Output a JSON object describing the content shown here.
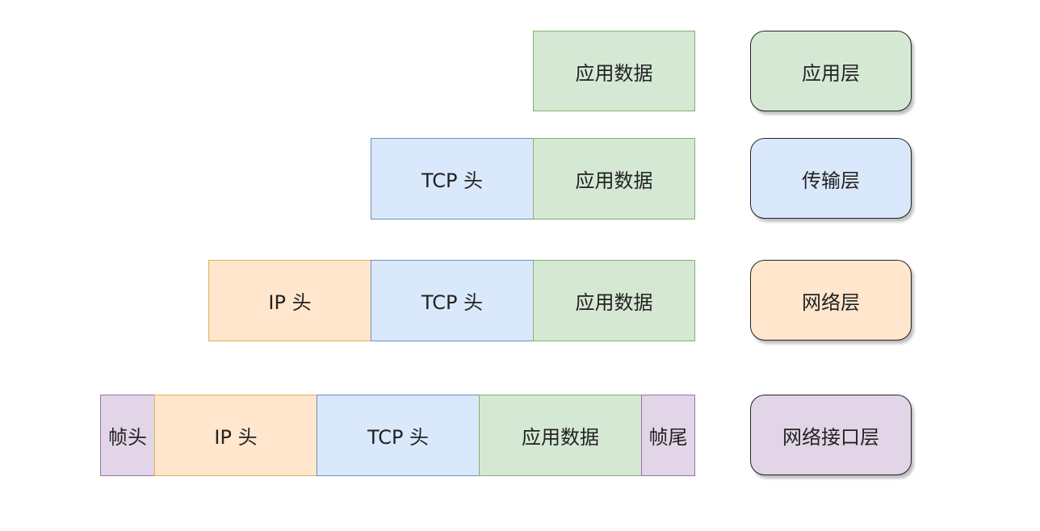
{
  "colors": {
    "application": {
      "fill": "#d5e8d4",
      "stroke": "#82b366"
    },
    "transport": {
      "fill": "#dae8fc",
      "stroke": "#6c8ebf"
    },
    "network": {
      "fill": "#ffe6cc",
      "stroke": "#d6b656"
    },
    "link": {
      "fill": "#e1d5e7",
      "stroke": "#9673a6"
    }
  },
  "rows": {
    "application": {
      "data": "应用数据",
      "layer": "应用层"
    },
    "transport": {
      "tcp": "TCP 头",
      "data": "应用数据",
      "layer": "传输层"
    },
    "network": {
      "ip": "IP 头",
      "tcp": "TCP 头",
      "data": "应用数据",
      "layer": "网络层"
    },
    "link": {
      "frame_header": "帧头",
      "ip": "IP 头",
      "tcp": "TCP 头",
      "data": "应用数据",
      "frame_trailer": "帧尾",
      "layer": "网络接口层"
    }
  }
}
